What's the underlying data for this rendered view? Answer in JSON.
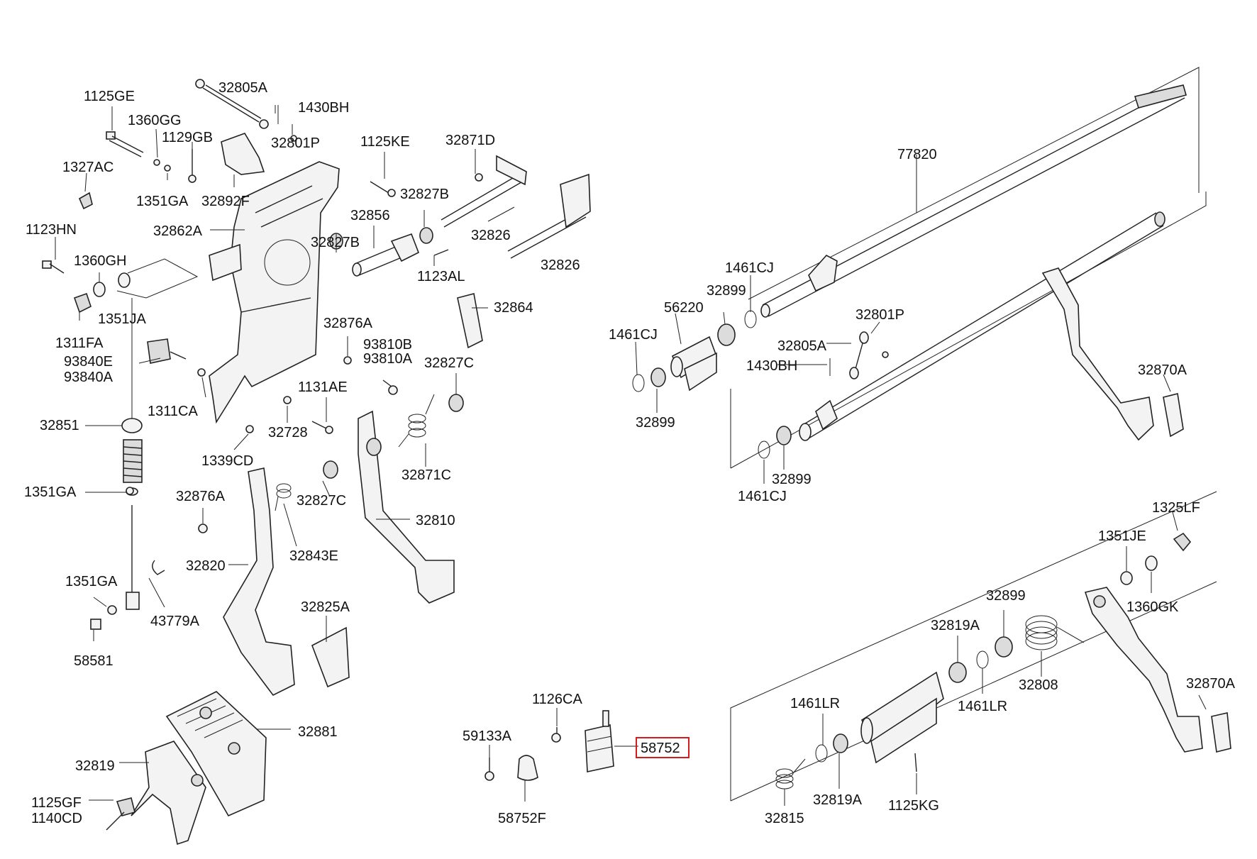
{
  "highlight_color": "#d31c1c",
  "labels": {
    "l_1125GE": "1125GE",
    "l_32805A_top": "32805A",
    "l_1430BH_top": "1430BH",
    "l_1360GG": "1360GG",
    "l_1129GB": "1129GB",
    "l_32801P_top": "32801P",
    "l_1327AC": "1327AC",
    "l_1351GA_top": "1351GA",
    "l_32892F": "32892F",
    "l_1125KE": "1125KE",
    "l_32871D": "32871D",
    "l_32827B_a": "32827B",
    "l_32862A": "32862A",
    "l_32856": "32856",
    "l_32826_a": "32826",
    "l_1123HN": "1123HN",
    "l_32827B_b": "32827B",
    "l_32826_b": "32826",
    "l_1360GH": "1360GH",
    "l_1123AL": "1123AL",
    "l_1351JA": "1351JA",
    "l_32864": "32864",
    "l_1311FA": "1311FA",
    "l_32876A_a": "32876A",
    "l_93810B": "93810B",
    "l_93810A": "93810A",
    "l_93840E": "93840E",
    "l_93840A": "93840A",
    "l_32827C_a": "32827C",
    "l_1131AE": "1131AE",
    "l_1311CA": "1311CA",
    "l_32851": "32851",
    "l_32728": "32728",
    "l_1339CD": "1339CD",
    "l_32871C": "32871C",
    "l_1351GA_mid": "1351GA",
    "l_32876A_b": "32876A",
    "l_32827C_b": "32827C",
    "l_32810": "32810",
    "l_32843E": "32843E",
    "l_32820": "32820",
    "l_1351GA_low": "1351GA",
    "l_43779A": "43779A",
    "l_32825A": "32825A",
    "l_58581": "58581",
    "l_32881": "32881",
    "l_32819": "32819",
    "l_1125GF": "1125GF",
    "l_1140CD": "1140CD",
    "l_1126CA": "1126CA",
    "l_59133A": "59133A",
    "l_58752": "58752",
    "l_58752F": "58752F",
    "l_77820": "77820",
    "l_1461CJ_a": "1461CJ",
    "l_32899_a": "32899",
    "l_56220": "56220",
    "l_1461CJ_b": "1461CJ",
    "l_32801P_right": "32801P",
    "l_32805A_right": "32805A",
    "l_1430BH_right": "1430BH",
    "l_32899_b": "32899",
    "l_32870A_a": "32870A",
    "l_32899_c": "32899",
    "l_1461CJ_c": "1461CJ",
    "l_1325LF": "1325LF",
    "l_1351JE": "1351JE",
    "l_1360GK": "1360GK",
    "l_32899_d": "32899",
    "l_32819A_a": "32819A",
    "l_32808": "32808",
    "l_32870A_b": "32870A",
    "l_1461LR_a": "1461LR",
    "l_1461LR_b": "1461LR",
    "l_32815": "32815",
    "l_32819A_b": "32819A",
    "l_1125KG": "1125KG"
  }
}
